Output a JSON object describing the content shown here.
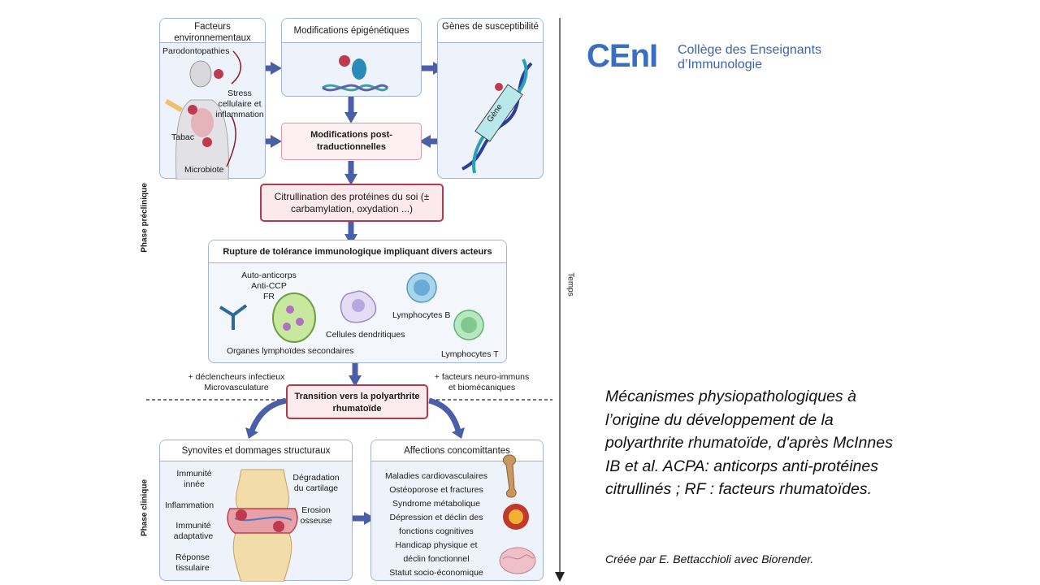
{
  "logo": {
    "mark": "CEnI",
    "line1": "Collège des Enseignants",
    "line2": "d’Immunologie",
    "brand_color": "#3a6fc0"
  },
  "diagram": {
    "phase_preclinique": "Phase préclinique",
    "phase_clinique": "Phase clinique",
    "temps": "Temps",
    "env": {
      "title": "Facteurs environnementaux",
      "parodontopathies": "Parodontopathies",
      "stress": "Stress cellulaire et inflammation",
      "tabac": "Tabac",
      "microbiote": "Microbiote"
    },
    "epi": {
      "title": "Modifications épigénétiques"
    },
    "genes": {
      "title": "Gènes de susceptibilité",
      "gene_label": "Gène"
    },
    "mpt": "Modifications post-traductionnelles",
    "citrullination": "Citrullination des protéines du soi (± carbamylation, oxydation ...)",
    "rupture": {
      "title": "Rupture de tolérance immunologique impliquant divers acteurs",
      "autoanticorps": "Auto-anticorps",
      "anticcp": "Anti-CCP",
      "fr": "FR",
      "organes": "Organes lymphoïdes secondaires",
      "dendritiques": "Cellules dendritiques",
      "lympho_b": "Lymphocytes B",
      "lympho_t": "Lymphocytes T"
    },
    "declencheurs": "+ déclencheurs infectieux",
    "microvasculature": "Microvasculature",
    "neuro": "+ facteurs neuro-immuns",
    "biomeca": "et biomécaniques",
    "transition": "Transition vers la polyarthrite rhumatoïde",
    "synovites": {
      "title": "Synovites et dommages structuraux",
      "immunite_innee": "Immunité innée",
      "inflammation": "Inflammation",
      "immunite_adaptative": "Immunité adaptative",
      "reponse": "Réponse tissulaire",
      "degradation": "Dégradation du cartilage",
      "erosion": "Erosion osseuse"
    },
    "affections": {
      "title": "Affections concomittantes",
      "items": [
        "Maladies cardiovasculaires",
        "Ostéoporose et fractures",
        "Syndrome métabolique",
        "Dépression et déclin des",
        "fonctions cognitives",
        "Handicap physique et",
        "déclin fonctionnel",
        "Statut socio-économique"
      ]
    },
    "colors": {
      "panel_bg": "#eef3fb",
      "panel_border": "#9fb4d6",
      "arrow": "#4a5fa8",
      "pink_border": "#b23a4e"
    }
  },
  "caption": "Mécanismes physiopathologiques à l’origine du développement de la polyarthrite rhumatoïde, d'après McInnes IB et al. ACPA: anticorps anti-protéines citrullinés ; RF : facteurs rhumatoïdes.",
  "credit": "Créée par E. Bettacchioli avec Biorender."
}
